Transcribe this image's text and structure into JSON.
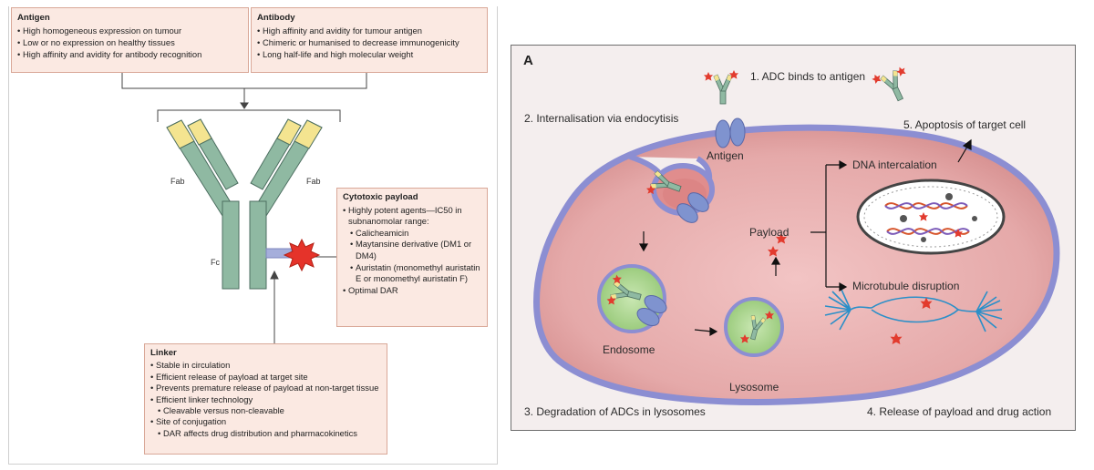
{
  "left_panel": {
    "antigen_box": {
      "title": "Antigen",
      "items": [
        "High homogeneous expression on tumour",
        "Low or no expression on healthy tissues",
        "High affinity and avidity for antibody recognition"
      ]
    },
    "antibody_box": {
      "title": "Antibody",
      "items": [
        "High affinity and avidity for tumour antigen",
        "Chimeric or humanised to decrease immunogenicity",
        "Long half-life and high molecular weight"
      ]
    },
    "payload_box": {
      "title": "Cytotoxic payload",
      "item1": "Highly potent agents—IC50 in subnanomolar range:",
      "sub1": "Calicheamicin",
      "sub2": "Maytansine derivative (DM1 or DM4)",
      "sub3": "Auristatin (monomethyl auristatin E or monomethyl auristatin F)",
      "item2": "Optimal DAR"
    },
    "linker_box": {
      "title": "Linker",
      "item1": "Stable in circulation",
      "item2": "Efficient release of payload at target site",
      "item3": "Prevents premature release of payload at non-target tissue",
      "item4": "Efficient linker technology",
      "sub4": "Cleavable versus non-cleavable",
      "item5": "Site of conjugation",
      "sub5": "DAR affects drug distribution and pharmacokinetics"
    },
    "antibody_labels": {
      "fab_left": "Fab",
      "fab_right": "Fab",
      "fc": "Fc"
    },
    "colors": {
      "heavy_chain": "#8fb9a2",
      "light_chain_tip": "#f4e490",
      "payload_star": "#e5332a",
      "linker": "#a5aedb",
      "box_fill": "#fbe9e2"
    }
  },
  "right_panel": {
    "panel_letter": "A",
    "step1": "1. ADC binds to antigen",
    "step2": "2. Internalisation via endocytisis",
    "step3": "3. Degradation of ADCs in lysosomes",
    "step4": "4. Release of payload and drug action",
    "step5": "5. Apoptosis of target cell",
    "antigen": "Antigen",
    "payload": "Payload",
    "dna": "DNA intercalation",
    "microtubule": "Microtubule disruption",
    "endosome": "Endosome",
    "lysosome": "Lysosome",
    "colors": {
      "cytoplasm": "#dd9b9b",
      "membrane": "#8c8ed2",
      "vesicle": "#a8d48a",
      "payload": "#e23b2e",
      "microtubule": "#2b8fc8"
    }
  }
}
